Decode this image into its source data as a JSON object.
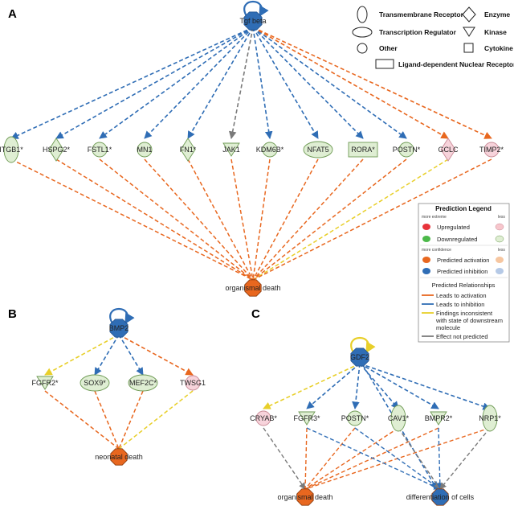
{
  "panels": [
    "A",
    "B",
    "C"
  ],
  "colors": {
    "activation": "#e8671f",
    "inhibition": "#2f6db5",
    "inconsistent": "#e8cf2a",
    "not_predicted": "#7a7a7a",
    "node_down": "#dfeed3",
    "node_down_stroke": "#6e9a54",
    "node_up": "#f7d3db",
    "node_up_stroke": "#c98a96",
    "pred_activation": "#e8671f",
    "pred_inhibition": "#2f6db5",
    "upregulated": "#e8333b",
    "downregulated": "#4cb94a"
  },
  "shape_legend": [
    {
      "shape": "transmembrane-receptor",
      "label": "Transmembrane Receptor"
    },
    {
      "shape": "transcription-regulator",
      "label": "Transcription Regulator"
    },
    {
      "shape": "other",
      "label": "Other"
    },
    {
      "shape": "enzyme",
      "label": "Enzyme"
    },
    {
      "shape": "kinase",
      "label": "Kinase"
    },
    {
      "shape": "cytokine",
      "label": "Cytokine"
    },
    {
      "shape": "ligand-dependent-nuclear-receptor",
      "label": "Ligand-dependent Nuclear Receptor"
    }
  ],
  "prediction_legend": {
    "title": "Prediction Legend",
    "more_extreme": "more extreme",
    "less": "less",
    "upregulated": "Upregulated",
    "downregulated": "Downregulated",
    "more_confidence": "more confidence",
    "predicted_activation": "Predicted activation",
    "predicted_inhibition": "Predicted inhibition",
    "relationships_title": "Predicted Relationships",
    "leads_to_activation": "Leads to activation",
    "leads_to_inhibition": "Leads to inhibition",
    "findings_inconsistent_1": "Findings inconsistent",
    "findings_inconsistent_2": "with state of downstream",
    "findings_inconsistent_3": "molecule",
    "effect_not_predicted": "Effect not predicted"
  },
  "panel_a": {
    "regulator": "Tgf beta",
    "outcome": "organismal death",
    "targets": [
      {
        "id": "itgb1",
        "label": "ITGB1*",
        "shape": "transmembrane-receptor",
        "state": "down",
        "edge_from_regulator": "inhibition",
        "edge_to_outcome": "activation"
      },
      {
        "id": "hspg2",
        "label": "HSPG2*",
        "shape": "enzyme",
        "state": "down",
        "edge_from_regulator": "inhibition",
        "edge_to_outcome": "activation"
      },
      {
        "id": "fstl1",
        "label": "FSTL1*",
        "shape": "other",
        "state": "down",
        "edge_from_regulator": "inhibition",
        "edge_to_outcome": "activation"
      },
      {
        "id": "mn1",
        "label": "MN1",
        "shape": "other",
        "state": "down",
        "edge_from_regulator": "inhibition",
        "edge_to_outcome": "activation"
      },
      {
        "id": "fn1",
        "label": "FN1*",
        "shape": "enzyme",
        "state": "down",
        "edge_from_regulator": "inhibition",
        "edge_to_outcome": "activation"
      },
      {
        "id": "jak1",
        "label": "JAK1",
        "shape": "kinase",
        "state": "down",
        "edge_from_regulator": "not_predicted",
        "edge_to_outcome": "activation"
      },
      {
        "id": "kdm6b",
        "label": "KDM6B*",
        "shape": "other",
        "state": "down",
        "edge_from_regulator": "inhibition",
        "edge_to_outcome": "activation"
      },
      {
        "id": "nfat5",
        "label": "NFAT5",
        "shape": "transcription-regulator",
        "state": "down",
        "edge_from_regulator": "inhibition",
        "edge_to_outcome": "activation"
      },
      {
        "id": "rora",
        "label": "RORA*",
        "shape": "ligand-dependent-nuclear-receptor",
        "state": "down",
        "edge_from_regulator": "inhibition",
        "edge_to_outcome": "activation"
      },
      {
        "id": "postn",
        "label": "POSTN*",
        "shape": "other",
        "state": "down",
        "edge_from_regulator": "inhibition",
        "edge_to_outcome": "activation"
      },
      {
        "id": "gclc",
        "label": "GCLC",
        "shape": "enzyme",
        "state": "up",
        "edge_from_regulator": "activation",
        "edge_to_outcome": "inconsistent"
      },
      {
        "id": "timp2",
        "label": "TIMP2*",
        "shape": "other",
        "state": "up",
        "edge_from_regulator": "activation",
        "edge_to_outcome": "activation"
      }
    ]
  },
  "panel_b": {
    "regulator": "BMP2",
    "outcome": "neonatal death",
    "targets": [
      {
        "id": "fgfr2",
        "label": "FGFR2*",
        "shape": "kinase",
        "state": "down",
        "edge_from_regulator": "inconsistent",
        "edge_to_outcome": "activation"
      },
      {
        "id": "sox9",
        "label": "SOX9*",
        "shape": "transcription-regulator",
        "state": "down",
        "edge_from_regulator": "inhibition",
        "edge_to_outcome": "activation"
      },
      {
        "id": "mef2c",
        "label": "MEF2C*",
        "shape": "transcription-regulator",
        "state": "down",
        "edge_from_regulator": "inhibition",
        "edge_to_outcome": "activation"
      },
      {
        "id": "twsg1",
        "label": "TWSG1",
        "shape": "other",
        "state": "up",
        "edge_from_regulator": "activation",
        "edge_to_outcome": "inconsistent"
      }
    ]
  },
  "panel_c": {
    "regulator": "GDF2",
    "outcome_left": "organismal death",
    "outcome_right": "differentiation of cells",
    "targets": [
      {
        "id": "cryab",
        "label": "CRYAB*",
        "shape": "other",
        "state": "up",
        "edge_from_regulator": "inconsistent"
      },
      {
        "id": "fgfr3",
        "label": "FGFR3*",
        "shape": "kinase",
        "state": "down",
        "edge_from_regulator": "inhibition"
      },
      {
        "id": "postn_c",
        "label": "POSTN*",
        "shape": "other",
        "state": "down",
        "edge_from_regulator": "inhibition"
      },
      {
        "id": "cav1",
        "label": "CAV1*",
        "shape": "transmembrane-receptor",
        "state": "down",
        "edge_from_regulator": "inhibition"
      },
      {
        "id": "bmpr2",
        "label": "BMPR2*",
        "shape": "kinase",
        "state": "down",
        "edge_from_regulator": "inhibition"
      },
      {
        "id": "nrp1",
        "label": "NRP1*",
        "shape": "transmembrane-receptor",
        "state": "down",
        "edge_from_regulator": "inhibition"
      }
    ]
  }
}
